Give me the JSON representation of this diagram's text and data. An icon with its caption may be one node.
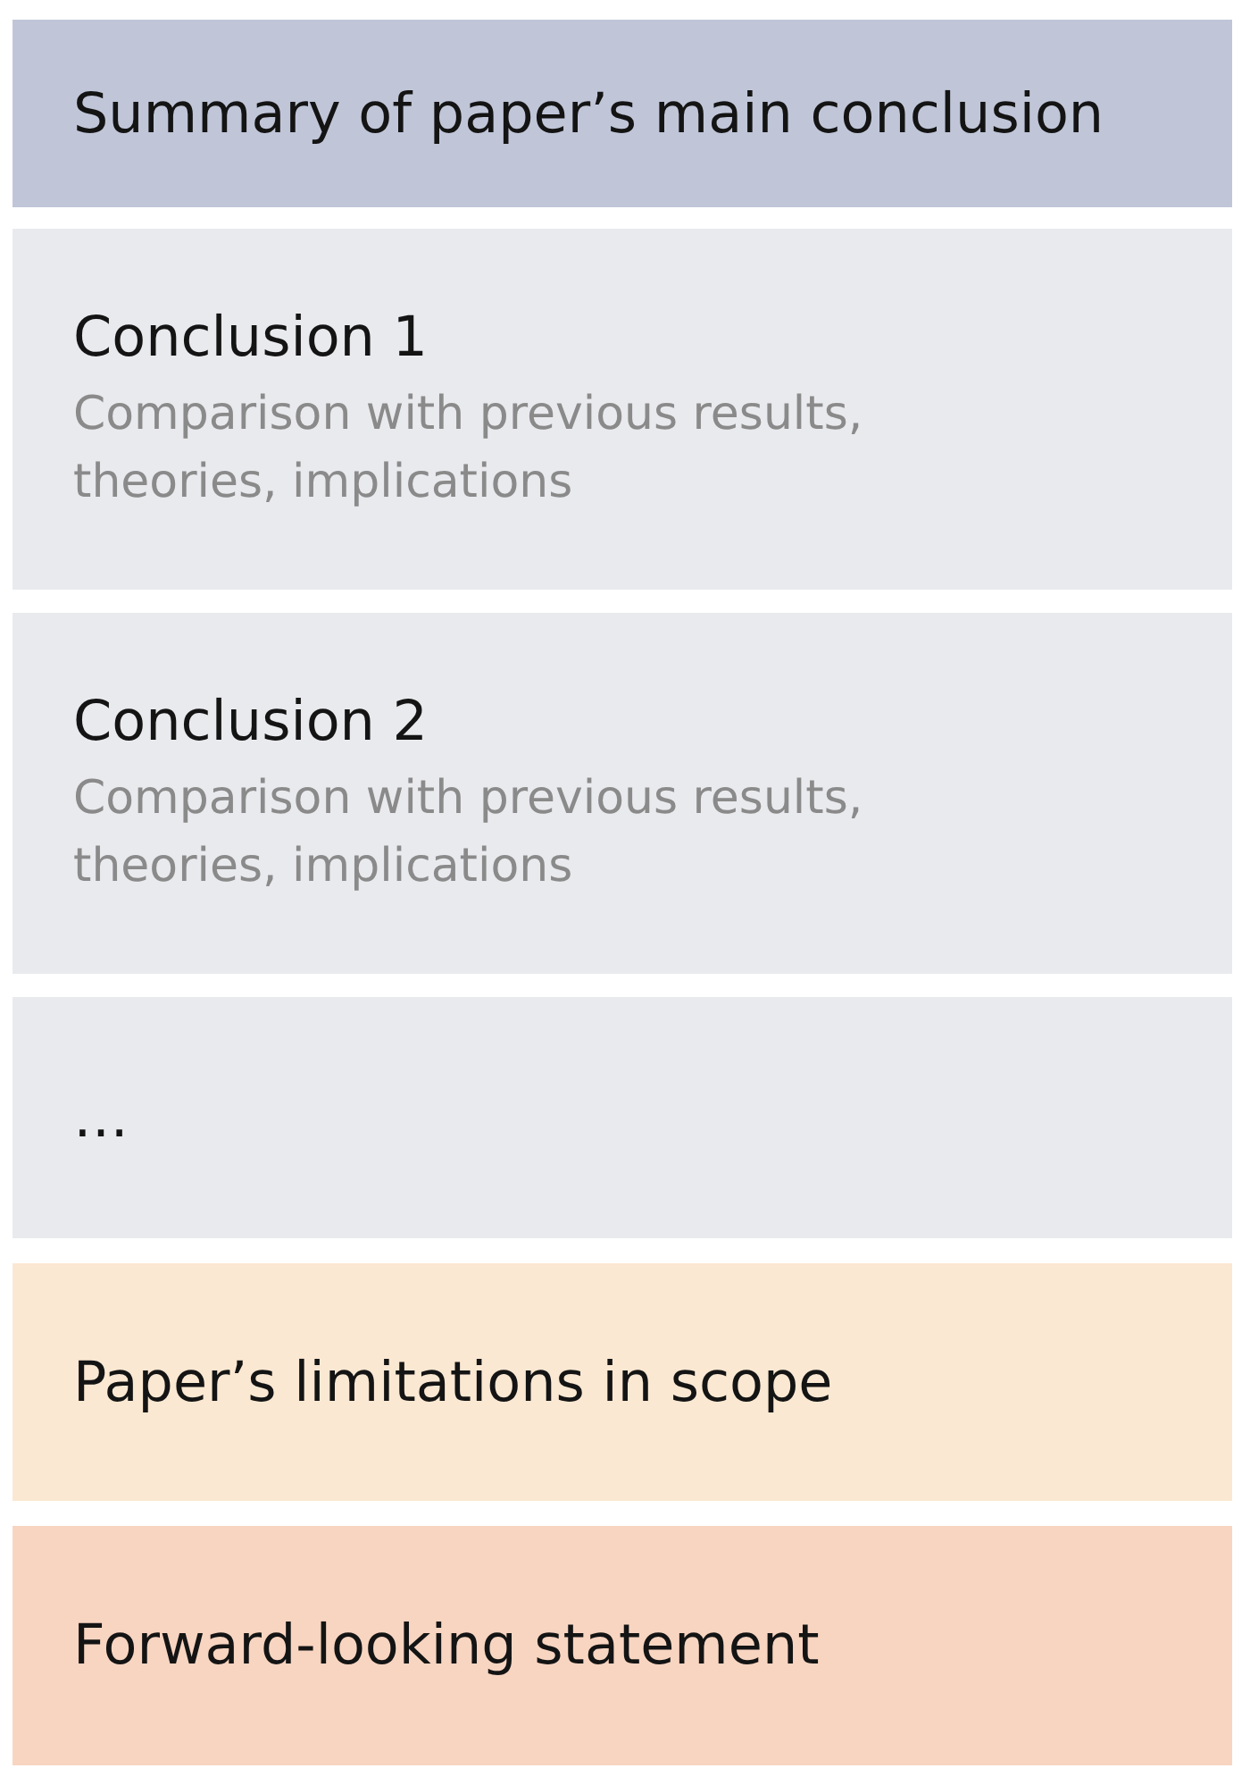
{
  "diagram": {
    "nodes": [
      {
        "text": [
          "Summary of paper’s main conclusion"
        ]
      },
      {
        "text": [
          "Conclusion 1",
          "Comparison with previous results, theories, implications"
        ]
      },
      {
        "text": [
          "Conclusion 2",
          "Comparison with previous results, theories, implications"
        ]
      },
      {
        "text": [
          "…"
        ]
      },
      {
        "text": [
          "Paper’s limitations in scope"
        ]
      },
      {
        "text": [
          "Forward-looking statement"
        ]
      }
    ]
  }
}
